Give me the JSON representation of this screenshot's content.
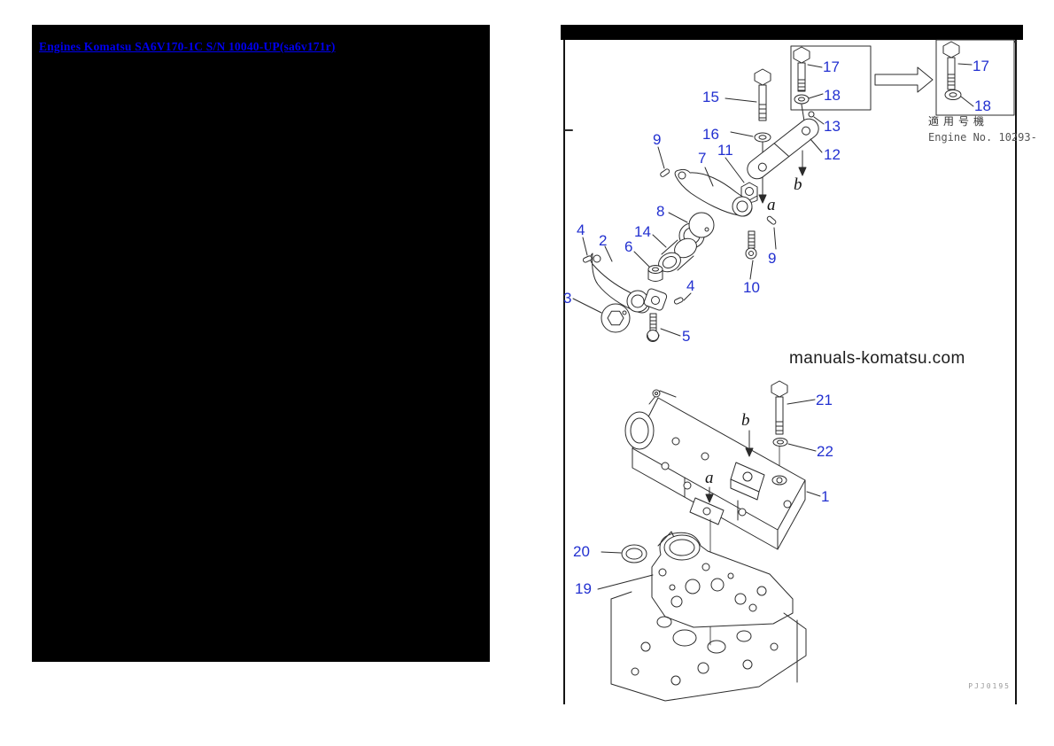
{
  "left_panel": {
    "link_text": "Engines Komatsu SA6V170-1C S/N 10040-UP(sa6v171r)"
  },
  "diagram": {
    "applicability": {
      "jp": "適用号機",
      "en": "Engine No. 10293-"
    },
    "watermark": "manuals-komatsu.com",
    "drawing_number": "PJJ0195",
    "colors": {
      "callout_blue": "#2230d0",
      "link_blue": "#0000ee",
      "line_art": "#2b2b2b"
    },
    "callouts": {
      "p1": "1",
      "p2": "2",
      "p3": "3",
      "p4a": "4",
      "p4b": "4",
      "p5": "5",
      "p6": "6",
      "p7": "7",
      "p8": "8",
      "p9a": "9",
      "p9b": "9",
      "p10": "10",
      "p11": "11",
      "p12": "12",
      "p13": "13",
      "p14": "14",
      "p15": "15",
      "p16": "16",
      "p17a": "17",
      "p17b": "17",
      "p18a": "18",
      "p18b": "18",
      "p19": "19",
      "p20": "20",
      "p21": "21",
      "p22": "22",
      "ref_a_upper": "a",
      "ref_b_upper": "b",
      "ref_a_lower": "a",
      "ref_b_lower": "b"
    }
  }
}
